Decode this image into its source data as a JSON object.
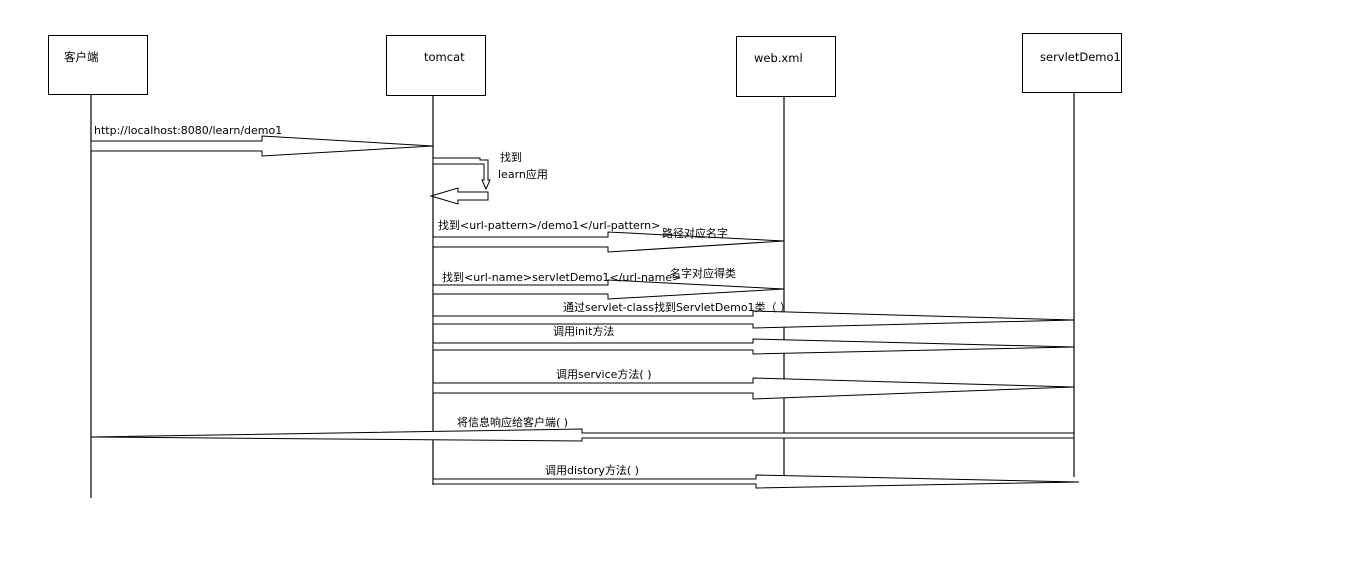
{
  "actors": {
    "client": "客户端",
    "tomcat": "tomcat",
    "webxml": "web.xml",
    "servlet": "servletDemo1"
  },
  "messages": {
    "m1": "http://localhost:8080/learn/demo1",
    "m2a": "找到",
    "m2b": "learn应用",
    "m3a": "找到<url-pattern>/demo1</url-pattern>",
    "m3b": "路径对应名字",
    "m4a": "找到<url-name>servletDemo1</url-name>",
    "m4b": "名字对应得类",
    "m5": "通过servlet-class找到ServletDemo1类（ ）",
    "m6": "调用init方法",
    "m7": "调用service方法( )",
    "m8": "将信息响应给客户端( )",
    "m9": "调用distory方法( )"
  }
}
